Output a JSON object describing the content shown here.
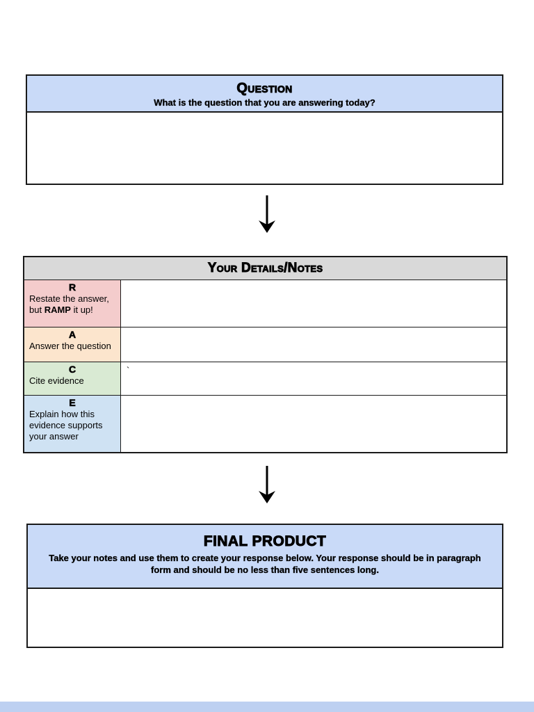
{
  "colors": {
    "question_header_bg": "#c9daf8",
    "details_header_bg": "#d9d9d9",
    "row_restate_bg": "#f4cccc",
    "row_answer_bg": "#fce5cd",
    "row_cite_bg": "#d9ead3",
    "row_explain_bg": "#cfe2f3",
    "final_header_bg": "#c9daf8",
    "border": "#1a1a1a",
    "page_gap_bg": "#bdd0f1"
  },
  "question_box": {
    "title": "Question",
    "subtitle": "What is the question that you are answering today?",
    "answer_value": ""
  },
  "arrow": {
    "icon": "down-arrow"
  },
  "details_table": {
    "title": "Your Details/Notes",
    "rows": [
      {
        "letter": "R",
        "text_prefix": "Restate the answer, but ",
        "text_bold": "RAMP",
        "text_suffix": " it up!",
        "note_value": ""
      },
      {
        "letter": "A",
        "text_prefix": "Answer the question",
        "text_bold": "",
        "text_suffix": "",
        "note_value": ""
      },
      {
        "letter": "C",
        "text_prefix": "Cite evidence",
        "text_bold": "",
        "text_suffix": "",
        "note_value": "`"
      },
      {
        "letter": "E",
        "text_prefix": "Explain how this evidence supports your answer",
        "text_bold": "",
        "text_suffix": "",
        "note_value": ""
      }
    ]
  },
  "final_box": {
    "title": "FINAL PRODUCT",
    "subtitle_lines": [
      "Take your notes and use them to create your response below. Your response should be in paragraph",
      "form and should be no less than five sentences long."
    ],
    "response_value": ""
  }
}
